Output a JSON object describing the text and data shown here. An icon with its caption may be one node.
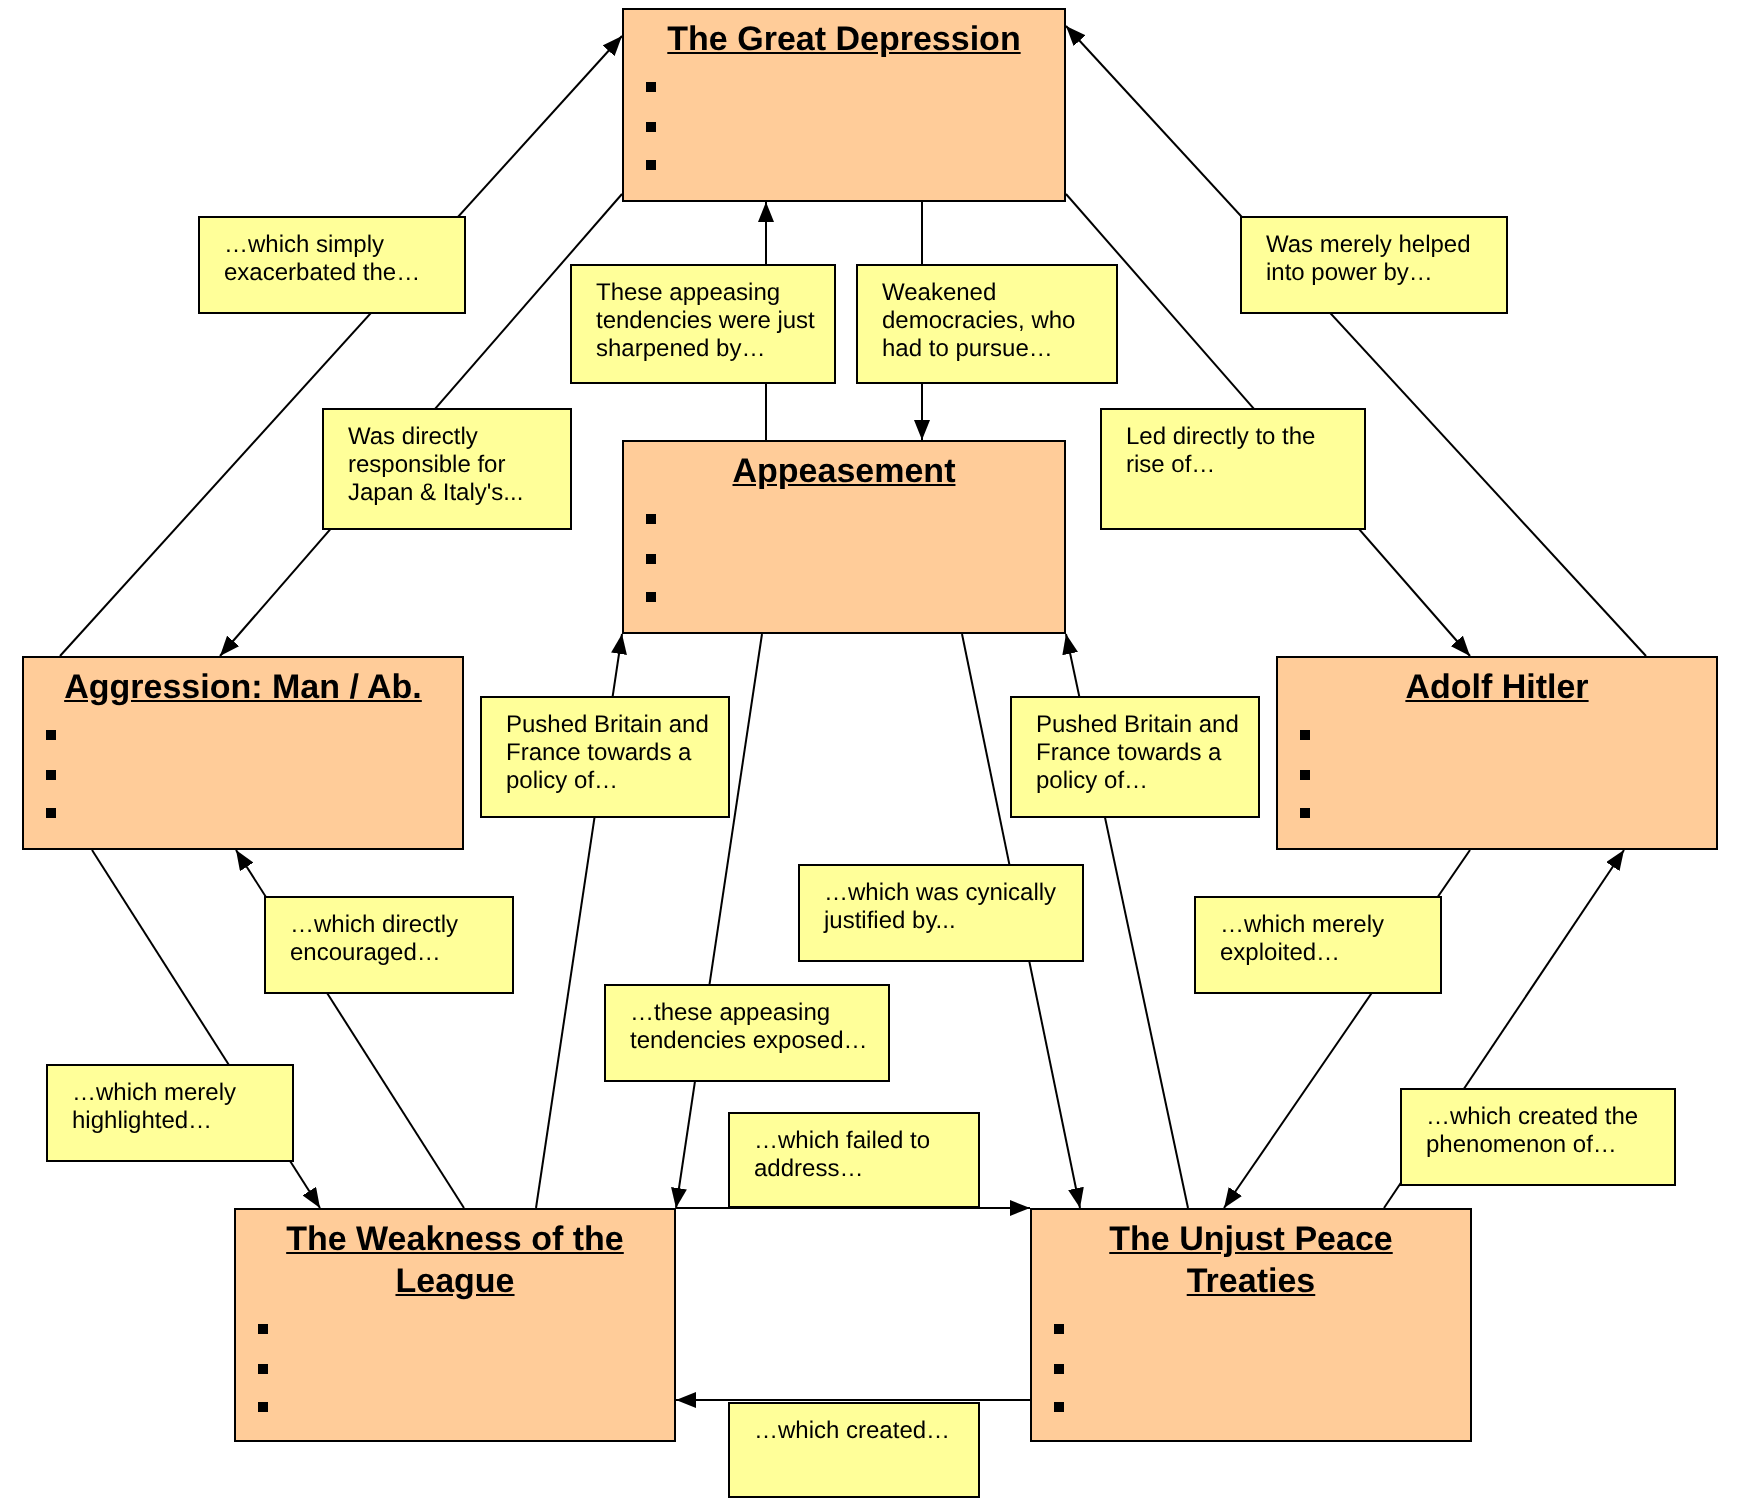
{
  "diagram": {
    "nodes": [
      {
        "text": [
          "The Great Depression"
        ]
      },
      {
        "text": [
          "Appeasement"
        ]
      },
      {
        "text": [
          "Aggression: Man / Ab."
        ]
      },
      {
        "text": [
          "Adolf Hitler"
        ]
      },
      {
        "text": [
          "The Weakness of the League"
        ]
      },
      {
        "text": [
          "The Unjust Peace Treaties"
        ]
      }
    ],
    "edges": [
      {
        "from": 2,
        "to": 0,
        "arrow": "to",
        "label": "…which simply exacerbated the…"
      },
      {
        "from": 0,
        "to": 2,
        "arrow": "to",
        "label": "Was directly responsible for Japan & Italy's..."
      },
      {
        "from": 1,
        "to": 0,
        "arrow": "to",
        "label": "These appeasing tendencies were just sharpened by…"
      },
      {
        "from": 0,
        "to": 1,
        "arrow": "to",
        "label": "Weakened democracies, who had to pursue…"
      },
      {
        "from": 3,
        "to": 0,
        "arrow": "to",
        "label": "Was merely helped into power by…"
      },
      {
        "from": 0,
        "to": 3,
        "arrow": "to",
        "label": "Led directly to the rise of…"
      },
      {
        "from": 4,
        "to": 1,
        "arrow": "to",
        "label": "Pushed Britain and France towards a policy of…"
      },
      {
        "from": 1,
        "to": 4,
        "arrow": "to",
        "label": "…these appeasing tendencies exposed…"
      },
      {
        "from": 5,
        "to": 1,
        "arrow": "to",
        "label": "Pushed Britain and France towards a policy of…"
      },
      {
        "from": 1,
        "to": 5,
        "arrow": "to",
        "label": "…which was cynically justified by..."
      },
      {
        "from": 4,
        "to": 2,
        "arrow": "to",
        "label": "…which directly encouraged…"
      },
      {
        "from": 2,
        "to": 4,
        "arrow": "to",
        "label": "…which merely highlighted…"
      },
      {
        "from": 3,
        "to": 5,
        "arrow": "to",
        "label": "…which merely exploited…"
      },
      {
        "from": 5,
        "to": 3,
        "arrow": "to",
        "label": "…which created the phenomenon of…"
      },
      {
        "from": 4,
        "to": 5,
        "arrow": "to",
        "label": "…which failed to address…"
      },
      {
        "from": 5,
        "to": 4,
        "arrow": "to",
        "label": "…which created…"
      }
    ]
  }
}
